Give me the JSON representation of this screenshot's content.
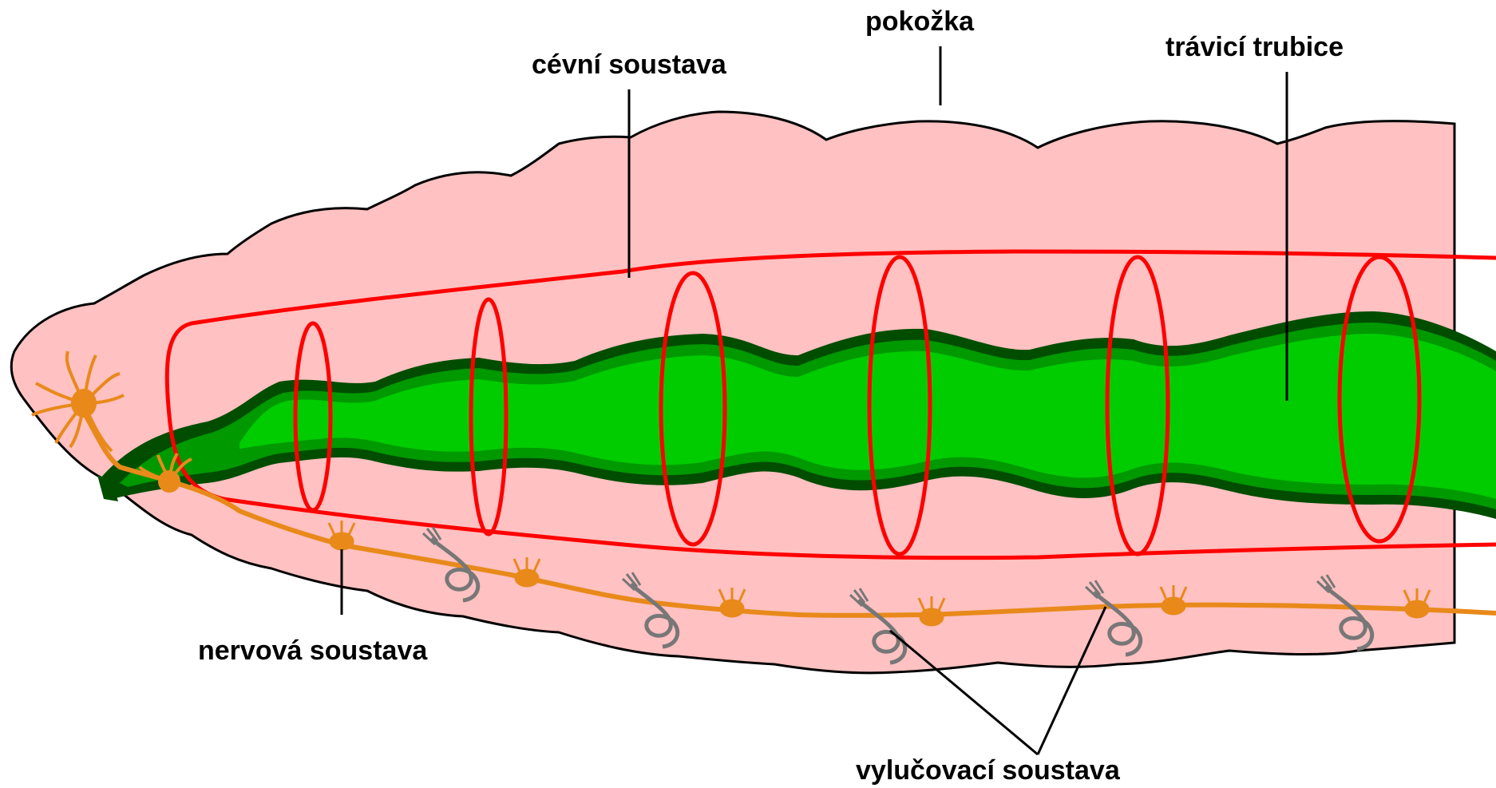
{
  "labels": {
    "skin": "pokožka",
    "vascular_system": "cévní soustava",
    "digestive_tube": "trávicí trubice",
    "nervous_system": "nervová soustava",
    "excretory_system": "vylučovací soustava"
  },
  "colors": {
    "body_fill": "#ffc1c1",
    "body_outline": "#000000",
    "vessel": "#ff0000",
    "gut_light": "#00cc00",
    "gut_mid": "#009900",
    "gut_dark": "#004d00",
    "nerve": "#e8891a",
    "nephridium": "#777777",
    "leader_line": "#000000"
  }
}
